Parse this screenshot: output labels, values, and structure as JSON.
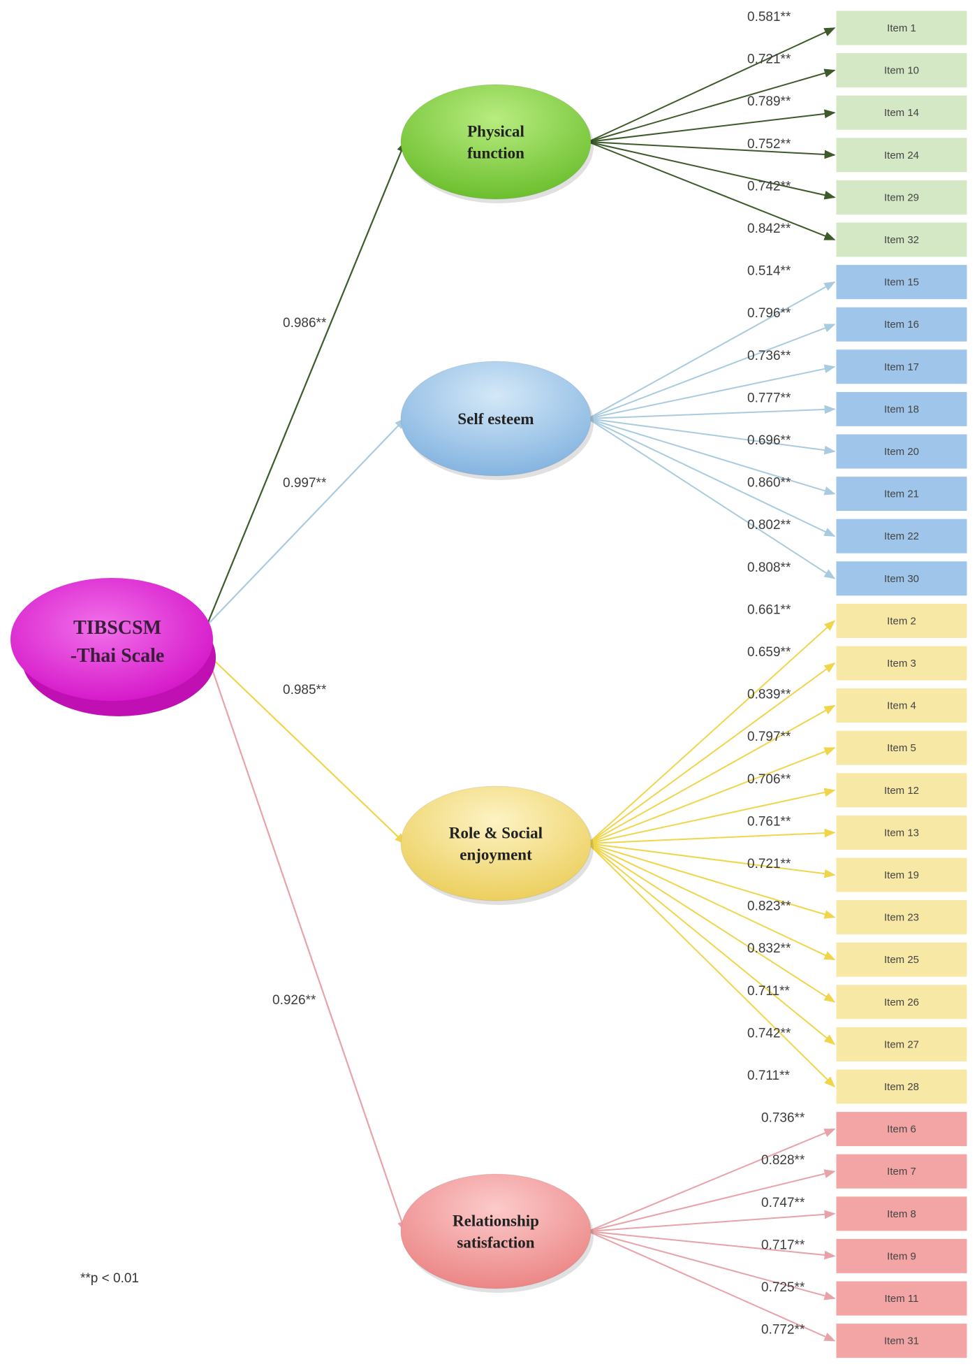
{
  "root": {
    "lines": [
      "TIBSCSM",
      "-Thai Scale"
    ]
  },
  "note": "**p < 0.01",
  "colors": {
    "root": "#e426d6",
    "physical": "#7ccf3e",
    "self": "#8fbde6",
    "role": "#f3de7c",
    "relationship": "#f39a9a",
    "physical_arrow": "#3d5a2a",
    "self_arrow": "#a9cbe0",
    "role_arrow": "#f0d54a",
    "relationship_arrow": "#e8a3a8",
    "physical_box": "#d5e8c5",
    "self_box": "#9fc6ea",
    "role_box": "#f8e8a5",
    "relationship_box": "#f3a5a5"
  },
  "factors": [
    {
      "key": "physical",
      "name_lines": [
        "Physical",
        "function"
      ],
      "loading": "0.986**",
      "items": [
        {
          "name": "Item 1",
          "loading": "0.581**"
        },
        {
          "name": "Item 10",
          "loading": "0.721**"
        },
        {
          "name": "Item 14",
          "loading": "0.789**"
        },
        {
          "name": "Item 24",
          "loading": "0.752**"
        },
        {
          "name": "Item 29",
          "loading": "0.742**"
        },
        {
          "name": "Item 32",
          "loading": "0.842**"
        }
      ]
    },
    {
      "key": "self",
      "name_lines": [
        "Self esteem"
      ],
      "loading": "0.997**",
      "items": [
        {
          "name": "Item 15",
          "loading": "0.514**"
        },
        {
          "name": "Item 16",
          "loading": "0.796**"
        },
        {
          "name": "Item 17",
          "loading": "0.736**"
        },
        {
          "name": "Item 18",
          "loading": "0.777**"
        },
        {
          "name": "Item 20",
          "loading": "0.696**"
        },
        {
          "name": "Item 21",
          "loading": "0.860**"
        },
        {
          "name": "Item 22",
          "loading": "0.802**"
        },
        {
          "name": "Item 30",
          "loading": "0.808**"
        }
      ]
    },
    {
      "key": "role",
      "name_lines": [
        "Role & Social",
        "enjoyment"
      ],
      "loading": "0.985**",
      "items": [
        {
          "name": "Item 2",
          "loading": "0.661**"
        },
        {
          "name": "Item 3",
          "loading": "0.659**"
        },
        {
          "name": "Item 4",
          "loading": "0.839**"
        },
        {
          "name": "Item 5",
          "loading": "0.797**"
        },
        {
          "name": "Item 12",
          "loading": "0.706**"
        },
        {
          "name": "Item 13",
          "loading": "0.761**"
        },
        {
          "name": "Item 19",
          "loading": "0.721**"
        },
        {
          "name": "Item 23",
          "loading": "0.823**"
        },
        {
          "name": "Item 25",
          "loading": "0.832**"
        },
        {
          "name": "Item 26",
          "loading": "0.711**"
        },
        {
          "name": "Item 27",
          "loading": "0.742**"
        },
        {
          "name": "Item 28",
          "loading": "0.711**"
        }
      ]
    },
    {
      "key": "relationship",
      "name_lines": [
        "Relationship",
        "satisfaction"
      ],
      "loading": "0.926**",
      "items": [
        {
          "name": "Item 6",
          "loading": "0.736**"
        },
        {
          "name": "Item 7",
          "loading": "0.828**"
        },
        {
          "name": "Item 8",
          "loading": "0.747**"
        },
        {
          "name": "Item 9",
          "loading": "0.717**"
        },
        {
          "name": "Item 11",
          "loading": "0.725**"
        },
        {
          "name": "Item 31",
          "loading": "0.772**"
        }
      ]
    }
  ]
}
